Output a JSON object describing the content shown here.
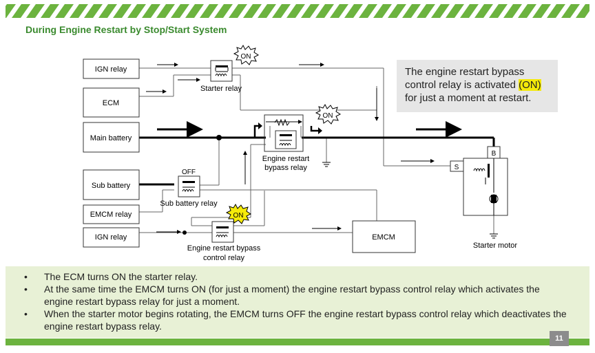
{
  "slide": {
    "title": "During Engine Restart by Stop/Start System",
    "page_number": "11"
  },
  "diagram": {
    "boxes": {
      "ign_relay_top": "IGN relay",
      "ecm": "ECM",
      "main_battery": "Main battery",
      "sub_battery": "Sub battery",
      "emcm_relay": "EMCM relay",
      "ign_relay_bottom": "IGN relay",
      "emcm": "EMCM"
    },
    "labels": {
      "starter_relay": "Starter relay",
      "bypass_relay_1": "Engine restart",
      "bypass_relay_2": "bypass relay",
      "sub_battery_relay": "Sub battery relay",
      "bypass_control_1": "Engine restart bypass",
      "bypass_control_2": "control relay",
      "starter_motor": "Starter motor",
      "terminal_b": "B",
      "terminal_s": "S",
      "off": "OFF"
    },
    "bursts": {
      "starter_relay": "ON",
      "bypass_relay": "ON",
      "bypass_control": "ON"
    }
  },
  "note": {
    "line1": "The engine restart bypass",
    "line2_pre": "control relay is activated ",
    "line2_hl": "(ON)",
    "line3": "for just a moment at restart."
  },
  "bullets": [
    "The ECM turns ON the starter relay.",
    "At the same time the EMCM turns ON (for just a moment) the engine restart bypass control relay which activates the engine restart bypass relay for just a moment.",
    "When the starter motor begins rotating, the EMCM turns OFF the engine restart bypass control relay which deactivates the engine restart bypass relay."
  ],
  "colors": {
    "brand_green": "#6cb33f",
    "title_green": "#3a8a2e",
    "highlight_yellow": "#f5ea0a",
    "bullet_bg": "#e8f1d6"
  }
}
